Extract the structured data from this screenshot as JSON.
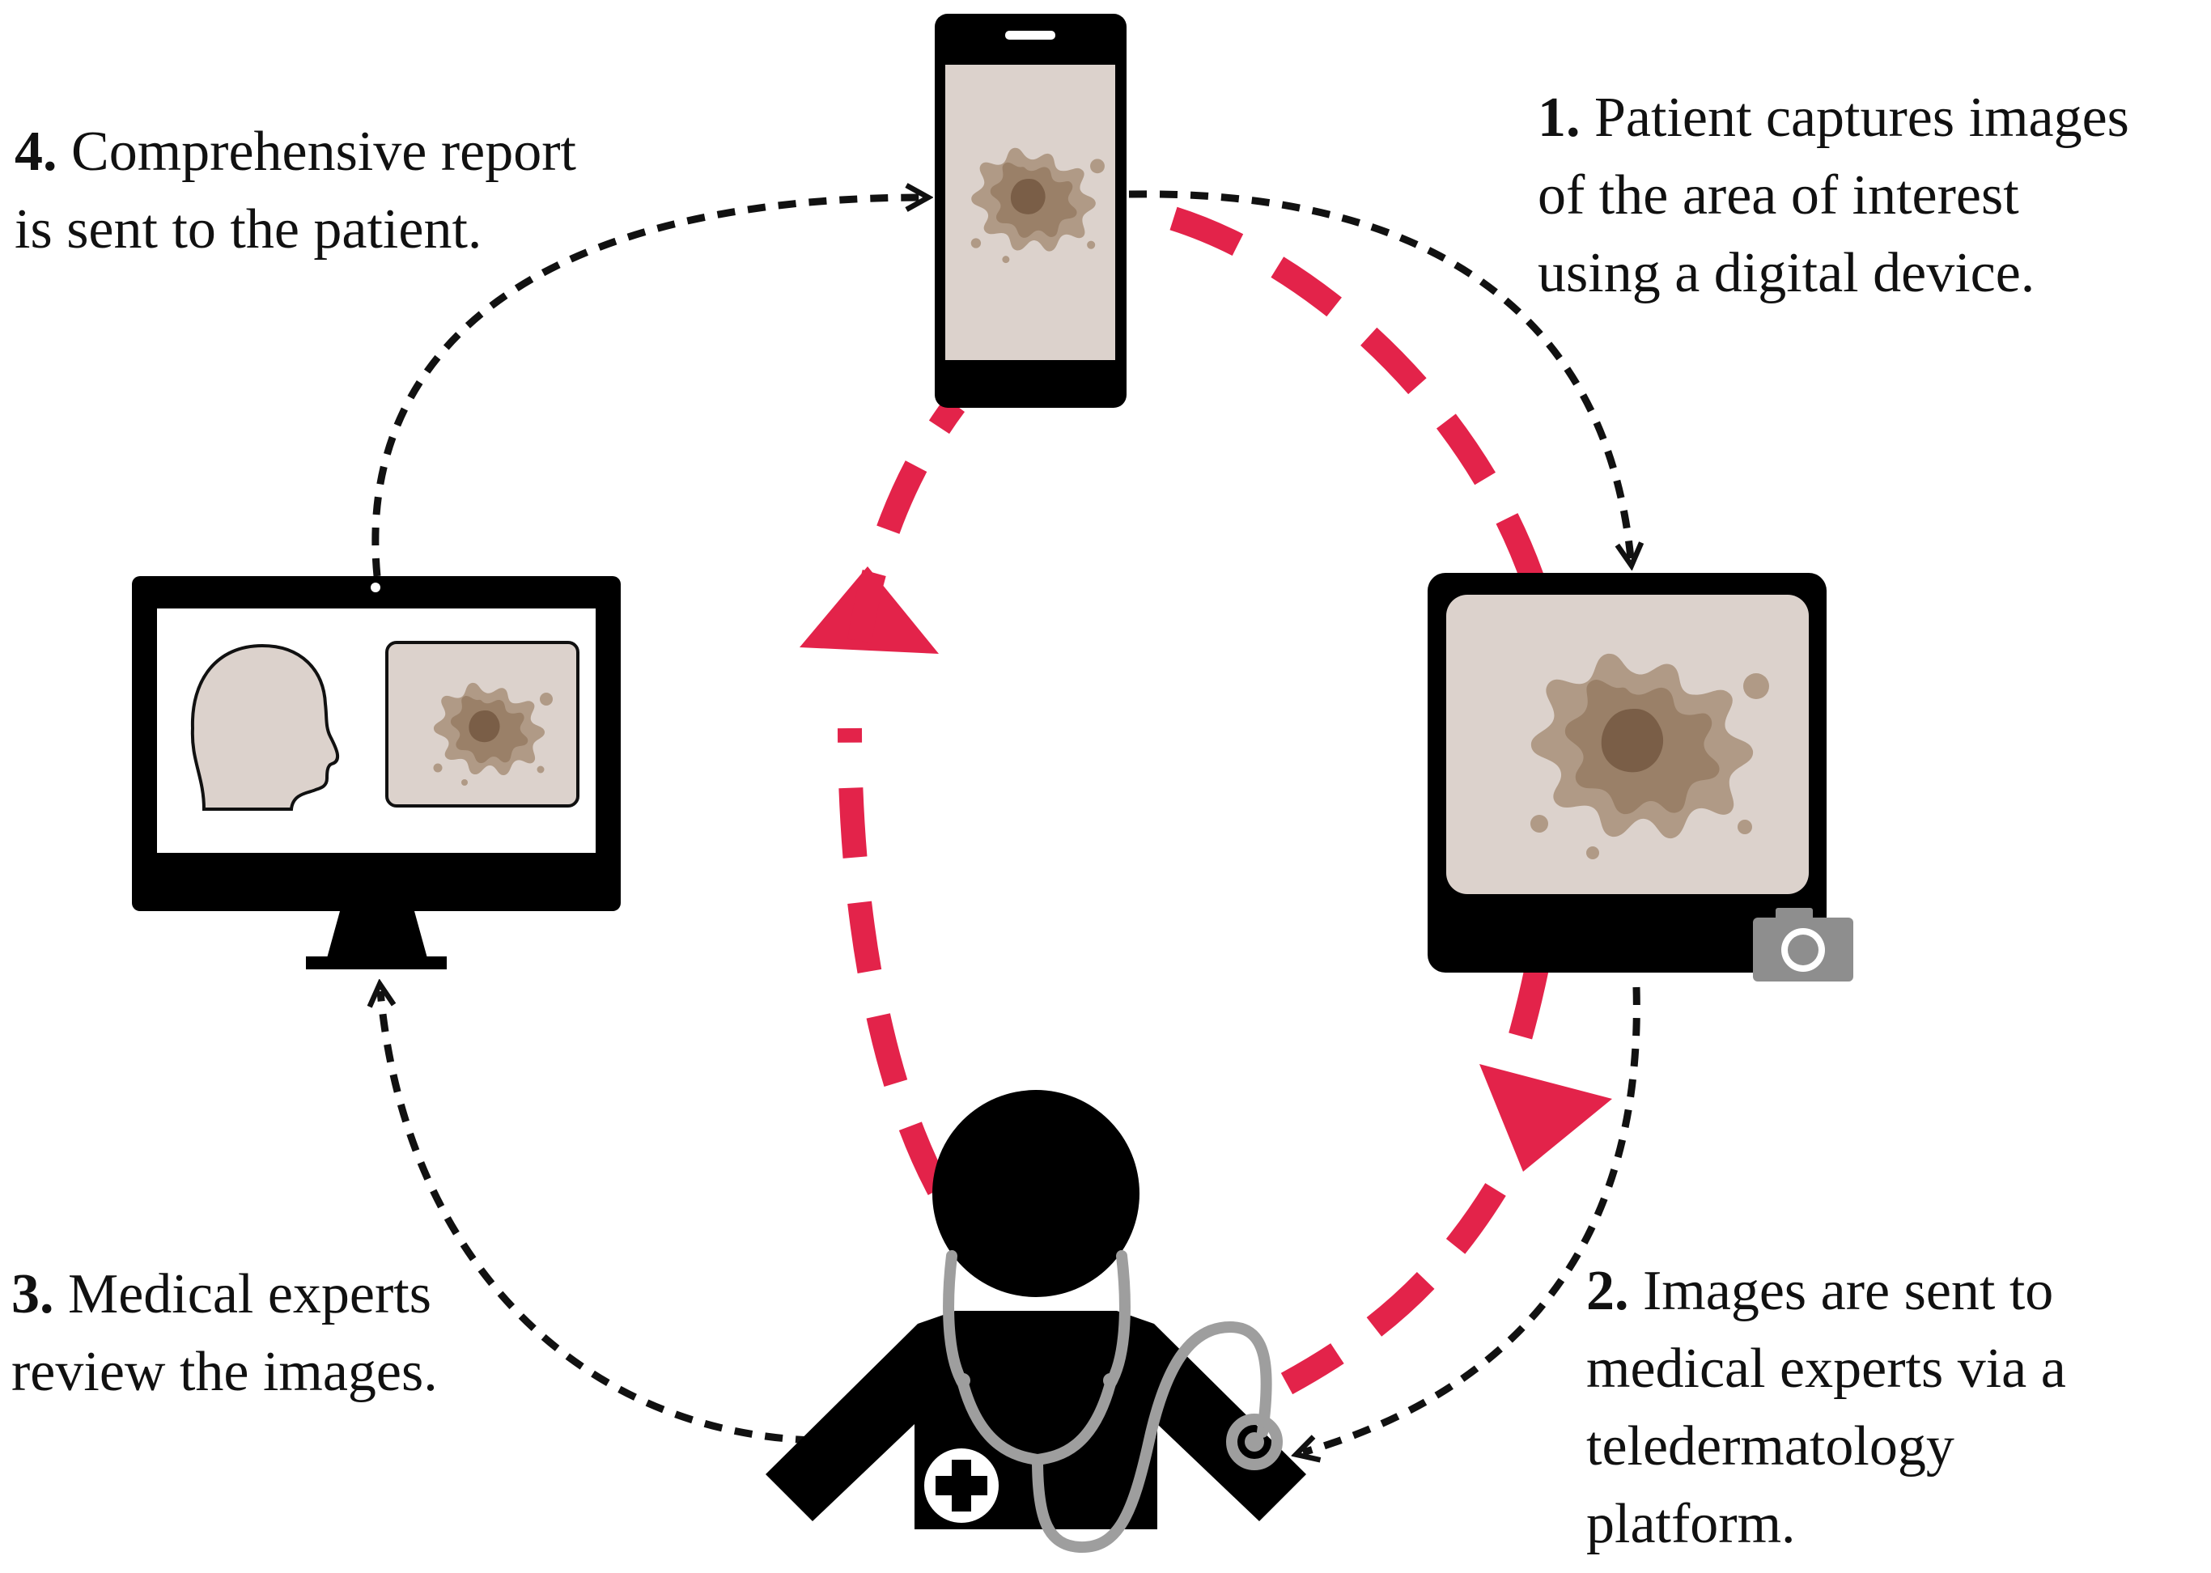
{
  "colors": {
    "cycle_arrow": "#E3234A",
    "flow_arrow": "#111111",
    "device": "#000000",
    "screen": "#DCD2CC",
    "lesion_outer": "#B09A86",
    "lesion_mid": "#9A8068",
    "lesion_core": "#7A5E47",
    "camera": "#8E8E8E",
    "stethoscope": "#9E9E9E"
  },
  "icons": {
    "phone": "smartphone-icon",
    "tablet": "tablet-icon",
    "camera": "camera-icon",
    "monitor": "monitor-icon",
    "doctor": "doctor-icon",
    "head": "head-profile-icon",
    "stethoscope": "stethoscope-icon",
    "medical_cross": "medical-cross-icon",
    "lesion": "skin-lesion-icon"
  },
  "steps": [
    {
      "number": "1.",
      "lines": [
        "Patient captures images",
        "of the area of interest",
        "using a digital device."
      ]
    },
    {
      "number": "2.",
      "lines": [
        "Images are sent to",
        "medical experts via a",
        "teledermatology",
        "platform."
      ]
    },
    {
      "number": "3.",
      "lines": [
        "Medical experts",
        "review the images."
      ]
    },
    {
      "number": "4.",
      "lines": [
        "Comprehensive report",
        "is sent to the patient."
      ]
    }
  ]
}
